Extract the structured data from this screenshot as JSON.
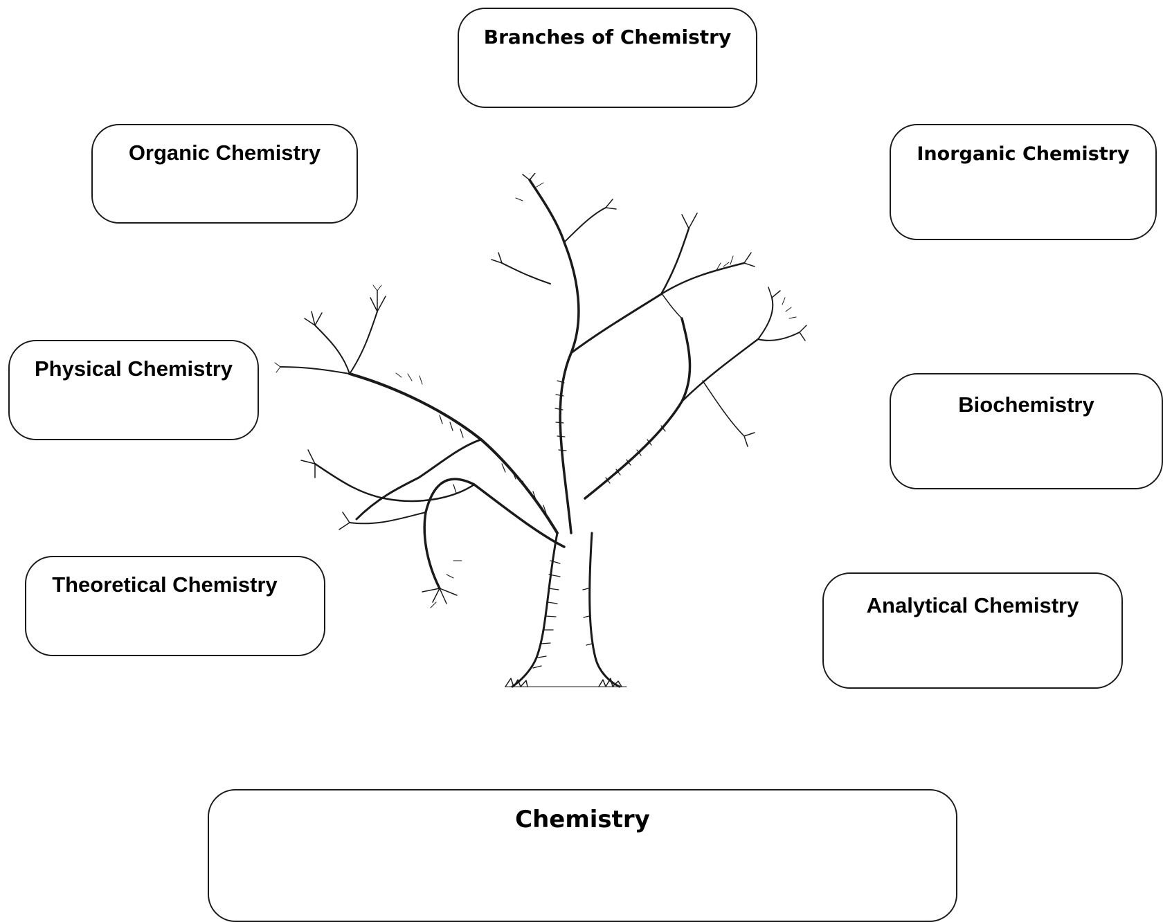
{
  "diagram": {
    "title": "Branches of Chemistry",
    "root": "Chemistry",
    "branches": [
      "Organic Chemistry",
      "Inorganic Chemistry",
      "Physical Chemistry",
      "Biochemistry",
      "Theoretical Chemistry",
      "Analytical Chemistry"
    ]
  },
  "colors": {
    "border": "#1a1a1a",
    "background": "#ffffff",
    "ink": "#000000"
  },
  "icons": {
    "center_image": "tree-icon"
  }
}
